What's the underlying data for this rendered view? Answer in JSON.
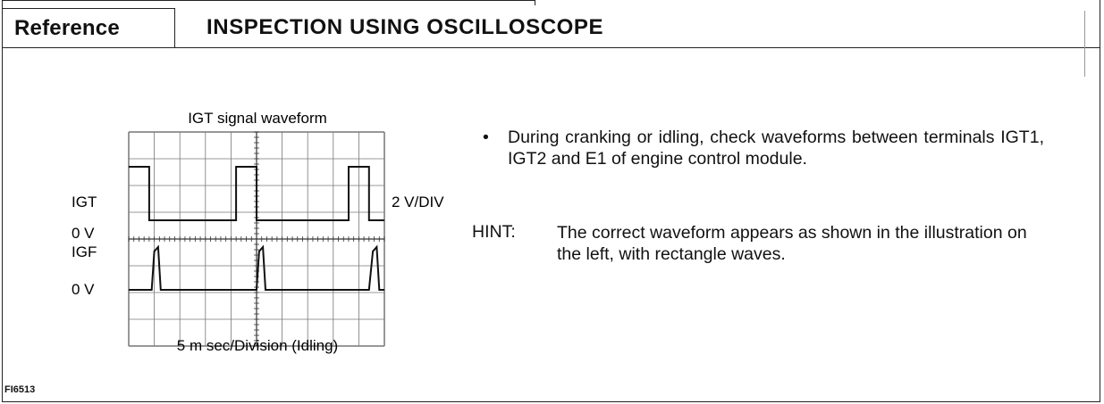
{
  "header": {
    "reference_label": "Reference",
    "title": "INSPECTION USING OSCILLOSCOPE"
  },
  "figure": {
    "caption_top": "IGT signal waveform",
    "caption_bottom": "5 m sec/Division (Idling)",
    "channel_labels": {
      "igt": "IGT",
      "igt_zero": "0 V",
      "igf": "IGF",
      "igf_zero": "0 V"
    },
    "scale_label": "2 V/DIV",
    "figure_id": "FI6513"
  },
  "instructions": {
    "bullet_symbol": "•",
    "bullet_text": "During cranking or idling, check waveforms between terminals IGT1, IGT2 and E1 of engine control module.",
    "hint_label": "HINT:",
    "hint_text": "The correct waveform appears as shown in the illustration on the left, with rectangle waves."
  },
  "chart_data": {
    "type": "line",
    "series": [
      {
        "name": "IGT",
        "x_div": [
          0,
          0.8,
          0.8,
          4.2,
          4.2,
          5.0,
          5.0,
          8.6,
          8.6,
          9.4,
          9.4,
          10
        ],
        "level": [
          1,
          1,
          0,
          0,
          1,
          1,
          0,
          0,
          1,
          1,
          0,
          0
        ]
      },
      {
        "name": "IGF",
        "x_div": [
          0,
          0.9,
          1.0,
          1.15,
          1.25,
          5.0,
          5.1,
          5.25,
          5.35,
          9.4,
          9.55,
          9.7,
          9.8,
          10
        ],
        "level": [
          0,
          0,
          0.9,
          1,
          0,
          0,
          0.9,
          1,
          0,
          0,
          0.9,
          1,
          0,
          0
        ]
      }
    ],
    "xlabel": "5 m sec/Division (Idling)",
    "ylabel": "2 V/DIV",
    "grid": true
  }
}
